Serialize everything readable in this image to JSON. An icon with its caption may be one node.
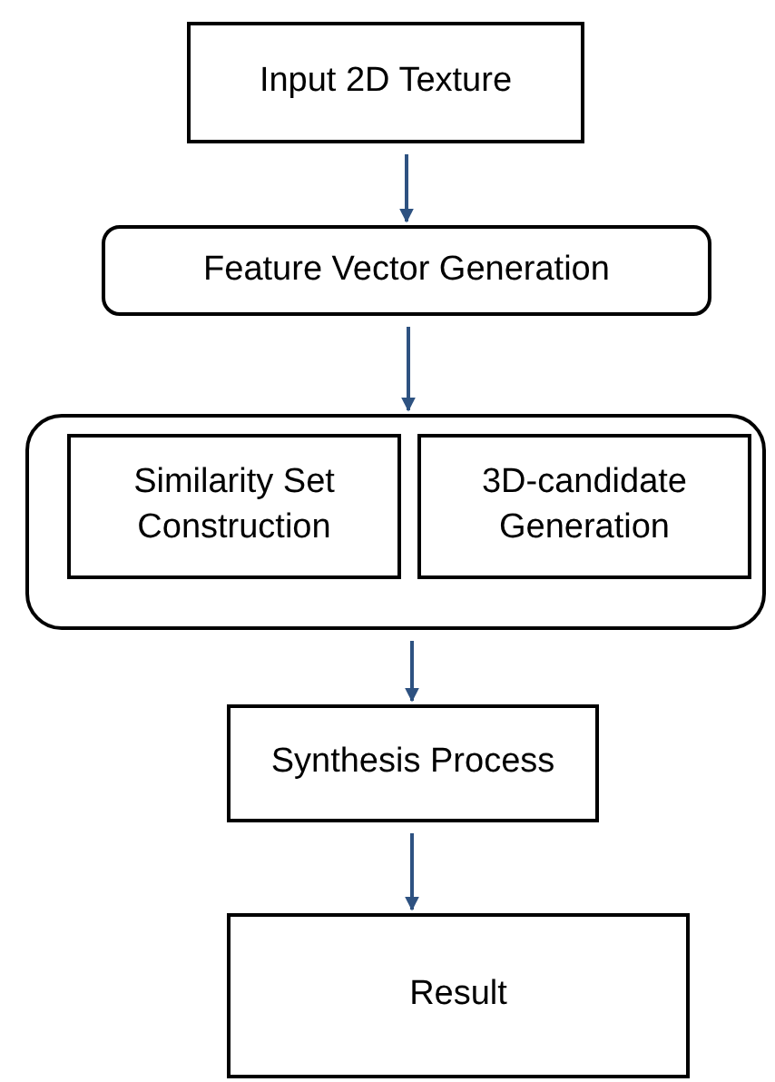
{
  "diagram": {
    "nodes": [
      {
        "text": [
          "Input 2D Texture"
        ]
      },
      {
        "text": [
          "Feature Vector Generation"
        ]
      },
      {
        "text": [],
        "shape": "box"
      },
      {
        "text": [
          "Similarity Set Construction"
        ],
        "in": 2
      },
      {
        "text": [
          "3D-candidate Generation"
        ],
        "in": 2
      },
      {
        "text": [
          "Synthesis Process"
        ]
      },
      {
        "text": [
          "Result"
        ]
      }
    ],
    "edges": [
      {
        "from": 0,
        "to": 1,
        "arrow": "to"
      },
      {
        "from": 1,
        "to": 2,
        "arrow": "to"
      },
      {
        "from": 2,
        "to": 5,
        "arrow": "to"
      },
      {
        "from": 5,
        "to": 6,
        "arrow": "to"
      }
    ]
  }
}
